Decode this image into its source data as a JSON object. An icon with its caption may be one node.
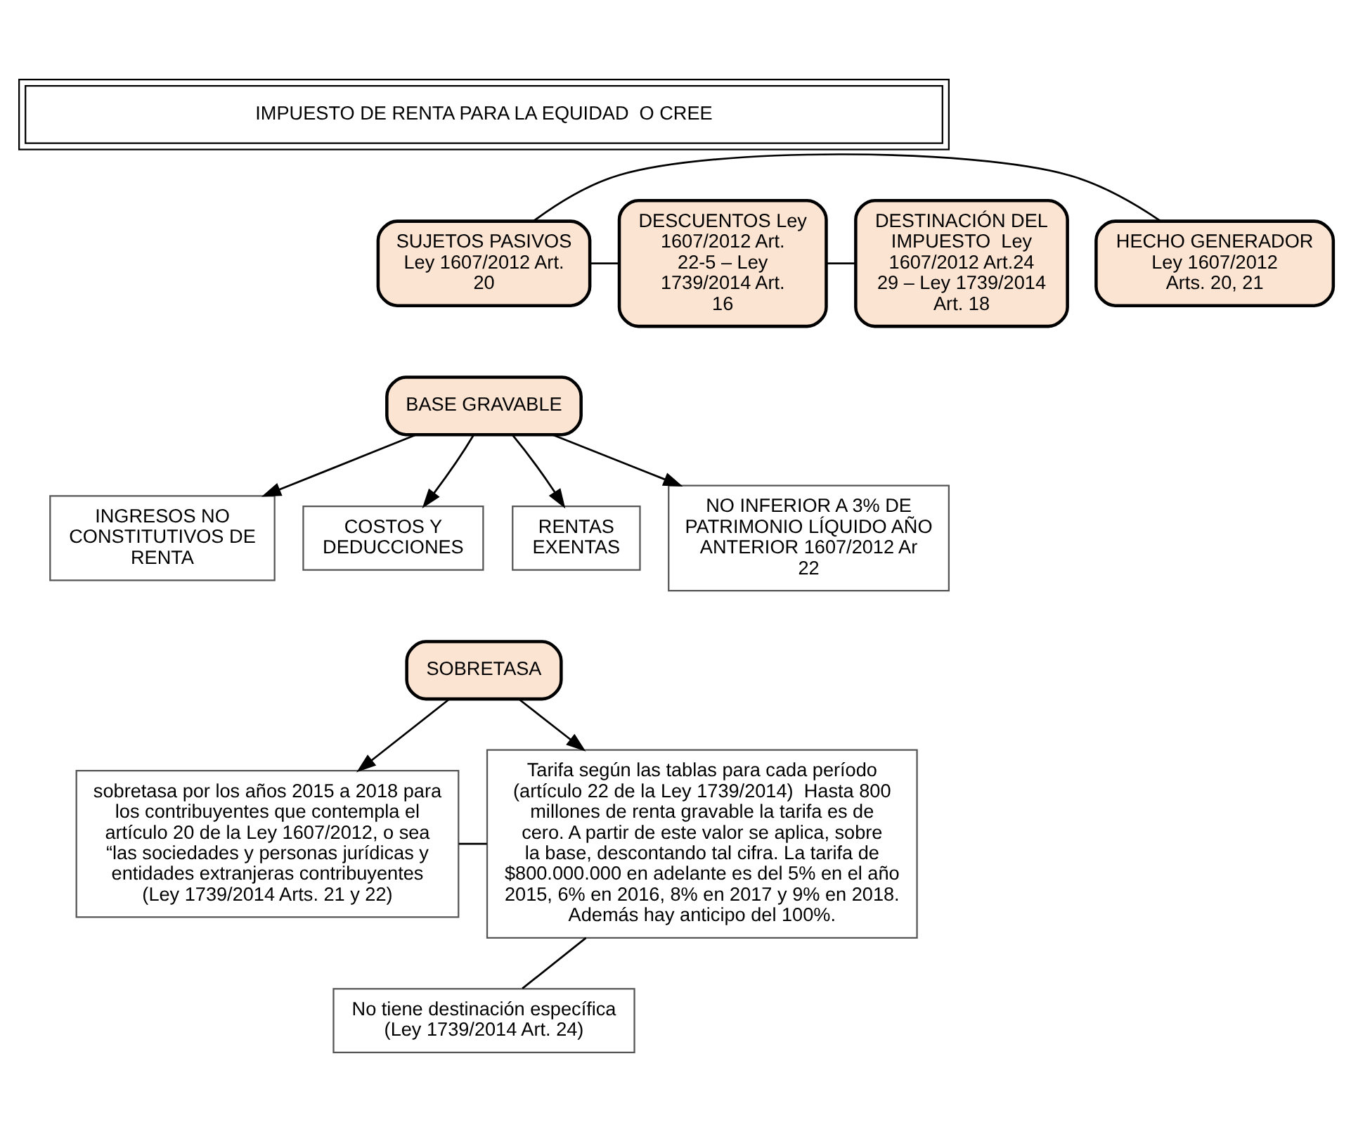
{
  "diagram": {
    "nodes": [
      {
        "text": [
          "IMPUESTO DE RENTA PARA LA EQUIDAD  O CREE"
        ]
      },
      {
        "text": [
          "HECHO GENERADOR Ley 1607/2012 Arts. 20, 21"
        ]
      },
      {
        "text": [
          "SUJETOS PASIVOS Ley 1607/2012 Art. 20"
        ]
      },
      {
        "text": [
          "DESCUENTOS Ley 1607/2012 Art. 22-5 – Ley 1739/2014 Art. 16"
        ]
      },
      {
        "text": [
          "DESTINACIÓN DEL IMPUESTO  Ley 1607/2012 Art.24 29 – Ley 1739/2014 Art. 18"
        ]
      },
      {
        "text": [
          "BASE GRAVABLE"
        ]
      },
      {
        "text": [
          "INGRESOS NO CONSTITUTIVOS DE RENTA"
        ]
      },
      {
        "text": [
          "COSTOS Y DEDUCCIONES"
        ]
      },
      {
        "text": [
          "RENTAS EXENTAS"
        ]
      },
      {
        "text": [
          "NO INFERIOR A 3% DE PATRIMONIO LÍQUIDO AÑO ANTERIOR 1607/2012 Ar  22"
        ]
      },
      {
        "text": [
          "SOBRETASA"
        ]
      },
      {
        "text": [
          "sobretasa por los años 2015 a 2018 para los contribuyentes que contempla el artículo 20 de la Ley 1607/2012, o sea “las sociedades y personas jurídicas y entidades extranjeras contribuyentes (Ley 1739/2014 Arts. 21 y 22)"
        ]
      },
      {
        "text": [
          "Tarifa según las tablas para cada período (artículo 22 de la Ley 1739/2014)  Hasta 800 millones de renta gravable la tarifa es de cero. A partir de este valor se aplica, sobre la base, descontando tal cifra. La tarifa de $800.000.000 en adelante es del 5% en el año 2015, 6% en 2016, 8% en 2017 y 9% en 2018. Además hay anticipo del 100%."
        ]
      },
      {
        "text": [
          "No tiene destinación específica (Ley 1739/2014 Art. 24)"
        ]
      }
    ],
    "edges": [
      {
        "from": 1,
        "to": 2,
        "arrow": "none"
      },
      {
        "from": 2,
        "to": 3,
        "arrow": "none"
      },
      {
        "from": 3,
        "to": 4,
        "arrow": "none"
      },
      {
        "from": 5,
        "to": 6,
        "arrow": "to"
      },
      {
        "from": 5,
        "to": 7,
        "arrow": "to"
      },
      {
        "from": 5,
        "to": 8,
        "arrow": "to"
      },
      {
        "from": 5,
        "to": 9,
        "arrow": "to"
      },
      {
        "from": 10,
        "to": 11,
        "arrow": "to"
      },
      {
        "from": 10,
        "to": 12,
        "arrow": "to"
      },
      {
        "from": 11,
        "to": 12,
        "arrow": "none"
      },
      {
        "from": 13,
        "to": 12,
        "arrow": "none"
      }
    ]
  }
}
